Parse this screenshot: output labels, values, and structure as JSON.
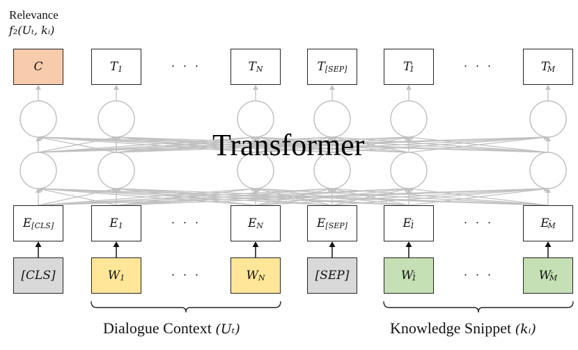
{
  "relevance": {
    "label": "Relevance",
    "formula": "f₂(Uₜ, kᵢ)"
  },
  "transformer_label": "Transformer",
  "colors": {
    "cls_output": "#f8cbad",
    "dialogue_input": "#ffe699",
    "knowledge_input": "#c5e0b4",
    "special_token": "#d9d9d9",
    "connection": "#c0c0c0",
    "box_border": "#222222"
  },
  "columns": [
    {
      "output": "C",
      "output_sub": "",
      "embedding": "E",
      "embedding_sub": "[CLS]",
      "input": "[CLS]",
      "input_sub": "",
      "prime": false,
      "input_type": "special_token",
      "output_type": "cls_output"
    },
    {
      "output": "T",
      "output_sub": "1",
      "embedding": "E",
      "embedding_sub": "1",
      "input": "W",
      "input_sub": "1",
      "prime": false,
      "input_type": "dialogue_input",
      "output_type": "plain"
    },
    {
      "output": "T",
      "output_sub": "N",
      "embedding": "E",
      "embedding_sub": "N",
      "input": "W",
      "input_sub": "N",
      "prime": false,
      "input_type": "dialogue_input",
      "output_type": "plain"
    },
    {
      "output": "T",
      "output_sub": "[SEP]",
      "embedding": "E",
      "embedding_sub": "[SEP]",
      "input": "[SEP]",
      "input_sub": "",
      "prime": false,
      "input_type": "special_token",
      "output_type": "plain"
    },
    {
      "output": "T",
      "output_sub": "1",
      "embedding": "E",
      "embedding_sub": "1",
      "input": "W",
      "input_sub": "1",
      "prime": true,
      "input_type": "knowledge_input",
      "output_type": "plain"
    },
    {
      "output": "T",
      "output_sub": "M",
      "embedding": "E",
      "embedding_sub": "M",
      "input": "W",
      "input_sub": "M",
      "prime": true,
      "input_type": "knowledge_input",
      "output_type": "plain"
    }
  ],
  "ellipsis": "· · ·",
  "groups": [
    {
      "label": "Dialogue Context",
      "math": "(Uₜ)"
    },
    {
      "label": "Knowledge Snippet",
      "math": "(kᵢ)"
    }
  ]
}
